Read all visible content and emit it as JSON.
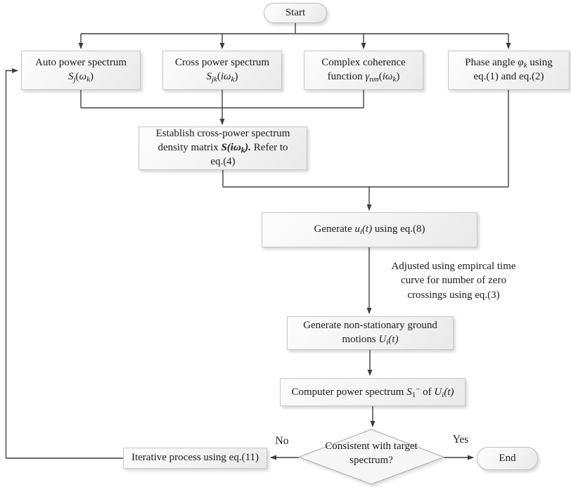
{
  "colors": {
    "line": "#3f3f3f",
    "node_border": "#c6c6c6",
    "node_fill": "#f1f1f1",
    "diamond_fill": "#f6f6f6",
    "text": "#1c1c1c"
  },
  "nodes": {
    "start": {
      "runs": [
        {
          "t": "Start"
        }
      ]
    },
    "auto_power": {
      "runs": [
        {
          "t": "Auto power spectrum\n"
        },
        {
          "t": "S",
          "c": "i"
        },
        {
          "t": "j",
          "c": "i sub"
        },
        {
          "t": "("
        },
        {
          "t": "ω",
          "c": "i"
        },
        {
          "t": "k",
          "c": "i sub"
        },
        {
          "t": ")"
        }
      ]
    },
    "cross_power": {
      "runs": [
        {
          "t": "Cross power spectrum\n"
        },
        {
          "t": "S",
          "c": "i"
        },
        {
          "t": "jk",
          "c": "i sub"
        },
        {
          "t": "("
        },
        {
          "t": "iω",
          "c": "i"
        },
        {
          "t": "k",
          "c": "i sub"
        },
        {
          "t": ")"
        }
      ]
    },
    "coherence": {
      "runs": [
        {
          "t": "Complex coherence\nfunction "
        },
        {
          "t": "γ",
          "c": "i"
        },
        {
          "t": "nm",
          "c": "i sub"
        },
        {
          "t": "("
        },
        {
          "t": "iω",
          "c": "i"
        },
        {
          "t": "k",
          "c": "i sub"
        },
        {
          "t": ")"
        }
      ]
    },
    "phase_angle": {
      "runs": [
        {
          "t": "Phase angle "
        },
        {
          "t": "φ",
          "c": "i"
        },
        {
          "t": "k",
          "c": "i sub"
        },
        {
          "t": " using\neq.(1) and eq.(2)"
        }
      ]
    },
    "establish_matrix": {
      "runs": [
        {
          "t": "Establish cross-power spectrum\ndensity matrix  "
        },
        {
          "t": "S(iω",
          "c": "b i"
        },
        {
          "t": "k",
          "c": "b i sub"
        },
        {
          "t": ").",
          "c": "b i"
        },
        {
          "t": " Refer to\neq.(4)"
        }
      ]
    },
    "generate_ui": {
      "runs": [
        {
          "t": "Generate "
        },
        {
          "t": "u",
          "c": "i"
        },
        {
          "t": "i",
          "c": "i sub"
        },
        {
          "t": "(t)",
          "c": "i"
        },
        {
          "t": " using eq.(8)"
        }
      ]
    },
    "zero_crossing_note": {
      "runs": [
        {
          "t": "Adjusted using empircal time\ncurve for number of zero\ncrossings using eq.(3)"
        }
      ]
    },
    "nonstationary": {
      "runs": [
        {
          "t": "Generate non-stationary ground\nmotions "
        },
        {
          "t": "U",
          "c": "i"
        },
        {
          "t": "i",
          "c": "i sub"
        },
        {
          "t": "(t)",
          "c": "i"
        }
      ]
    },
    "compute_spectrum": {
      "runs": [
        {
          "t": "Computer power spectrum "
        },
        {
          "t": "S",
          "c": "i"
        },
        {
          "t": "1",
          "c": "sub"
        },
        {
          "t": "−",
          "c": "sup"
        },
        {
          "t": " of "
        },
        {
          "t": "U",
          "c": "i"
        },
        {
          "t": "i",
          "c": "i sub"
        },
        {
          "t": "(t)",
          "c": "i"
        }
      ]
    },
    "decision": {
      "runs": [
        {
          "t": "Consistent with target\nspectrum?"
        }
      ]
    },
    "iterative": {
      "runs": [
        {
          "t": "Iterative process using eq.(11)"
        }
      ]
    },
    "end": {
      "runs": [
        {
          "t": "End"
        }
      ]
    }
  },
  "edge_labels": {
    "no": "No",
    "yes": "Yes"
  }
}
